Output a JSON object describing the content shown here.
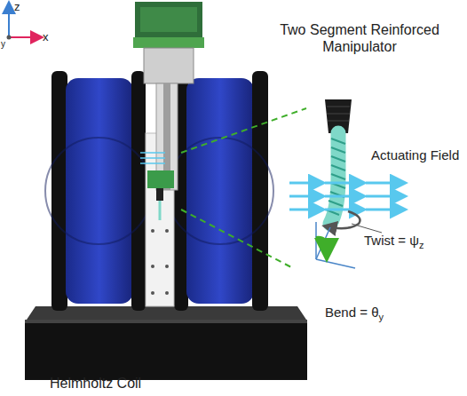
{
  "diagram": {
    "labels": [
      "z",
      "x",
      "y",
      "Two Segment Reinforced Manipulator",
      "Actuating Field",
      "Twist = ψ",
      "z",
      "Bend = θ",
      "y",
      "Helmholtz Coil"
    ]
  }
}
